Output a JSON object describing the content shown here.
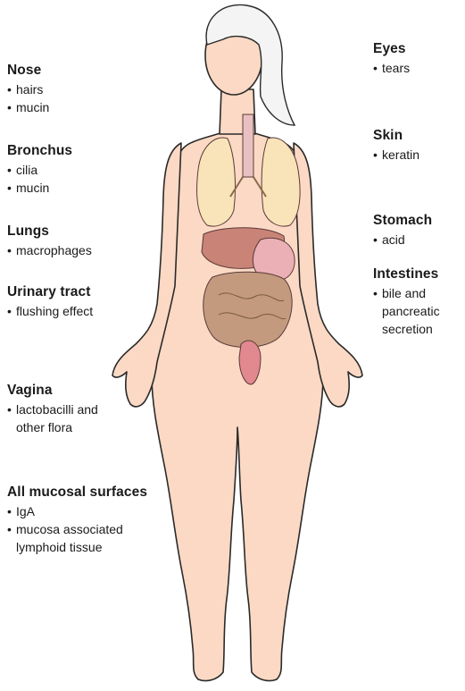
{
  "left_labels": [
    {
      "heading": "Nose",
      "items": [
        "hairs",
        "mucin"
      ]
    },
    {
      "heading": "Bronchus",
      "items": [
        "cilia",
        "mucin"
      ]
    },
    {
      "heading": "Lungs",
      "items": [
        "macrophages"
      ]
    },
    {
      "heading": "Urinary tract",
      "items": [
        "flushing effect"
      ]
    },
    {
      "heading": "Vagina",
      "items": [
        "lactobacilli and",
        "other flora"
      ]
    },
    {
      "heading": "All mucosal surfaces",
      "items": [
        "IgA",
        "mucosa associated",
        "lymphoid tissue"
      ]
    }
  ],
  "right_labels": [
    {
      "heading": "Eyes",
      "items": [
        "tears"
      ]
    },
    {
      "heading": "Skin",
      "items": [
        "keratin"
      ]
    },
    {
      "heading": "Stomach",
      "items": [
        "acid"
      ]
    },
    {
      "heading": "Intestines",
      "items": [
        "bile and",
        "pancreatic",
        "secretion"
      ]
    }
  ],
  "colors": {
    "skin": "#fbd9c4",
    "skin_outline": "#2a2a2a",
    "hair": "#f4f4f4",
    "lung": "#f9e3b8",
    "liver": "#c98377",
    "stomach": "#eab0b5",
    "intestine": "#c39a7d",
    "uterus": "#e2888f",
    "trachea": "#e9c0c2"
  }
}
